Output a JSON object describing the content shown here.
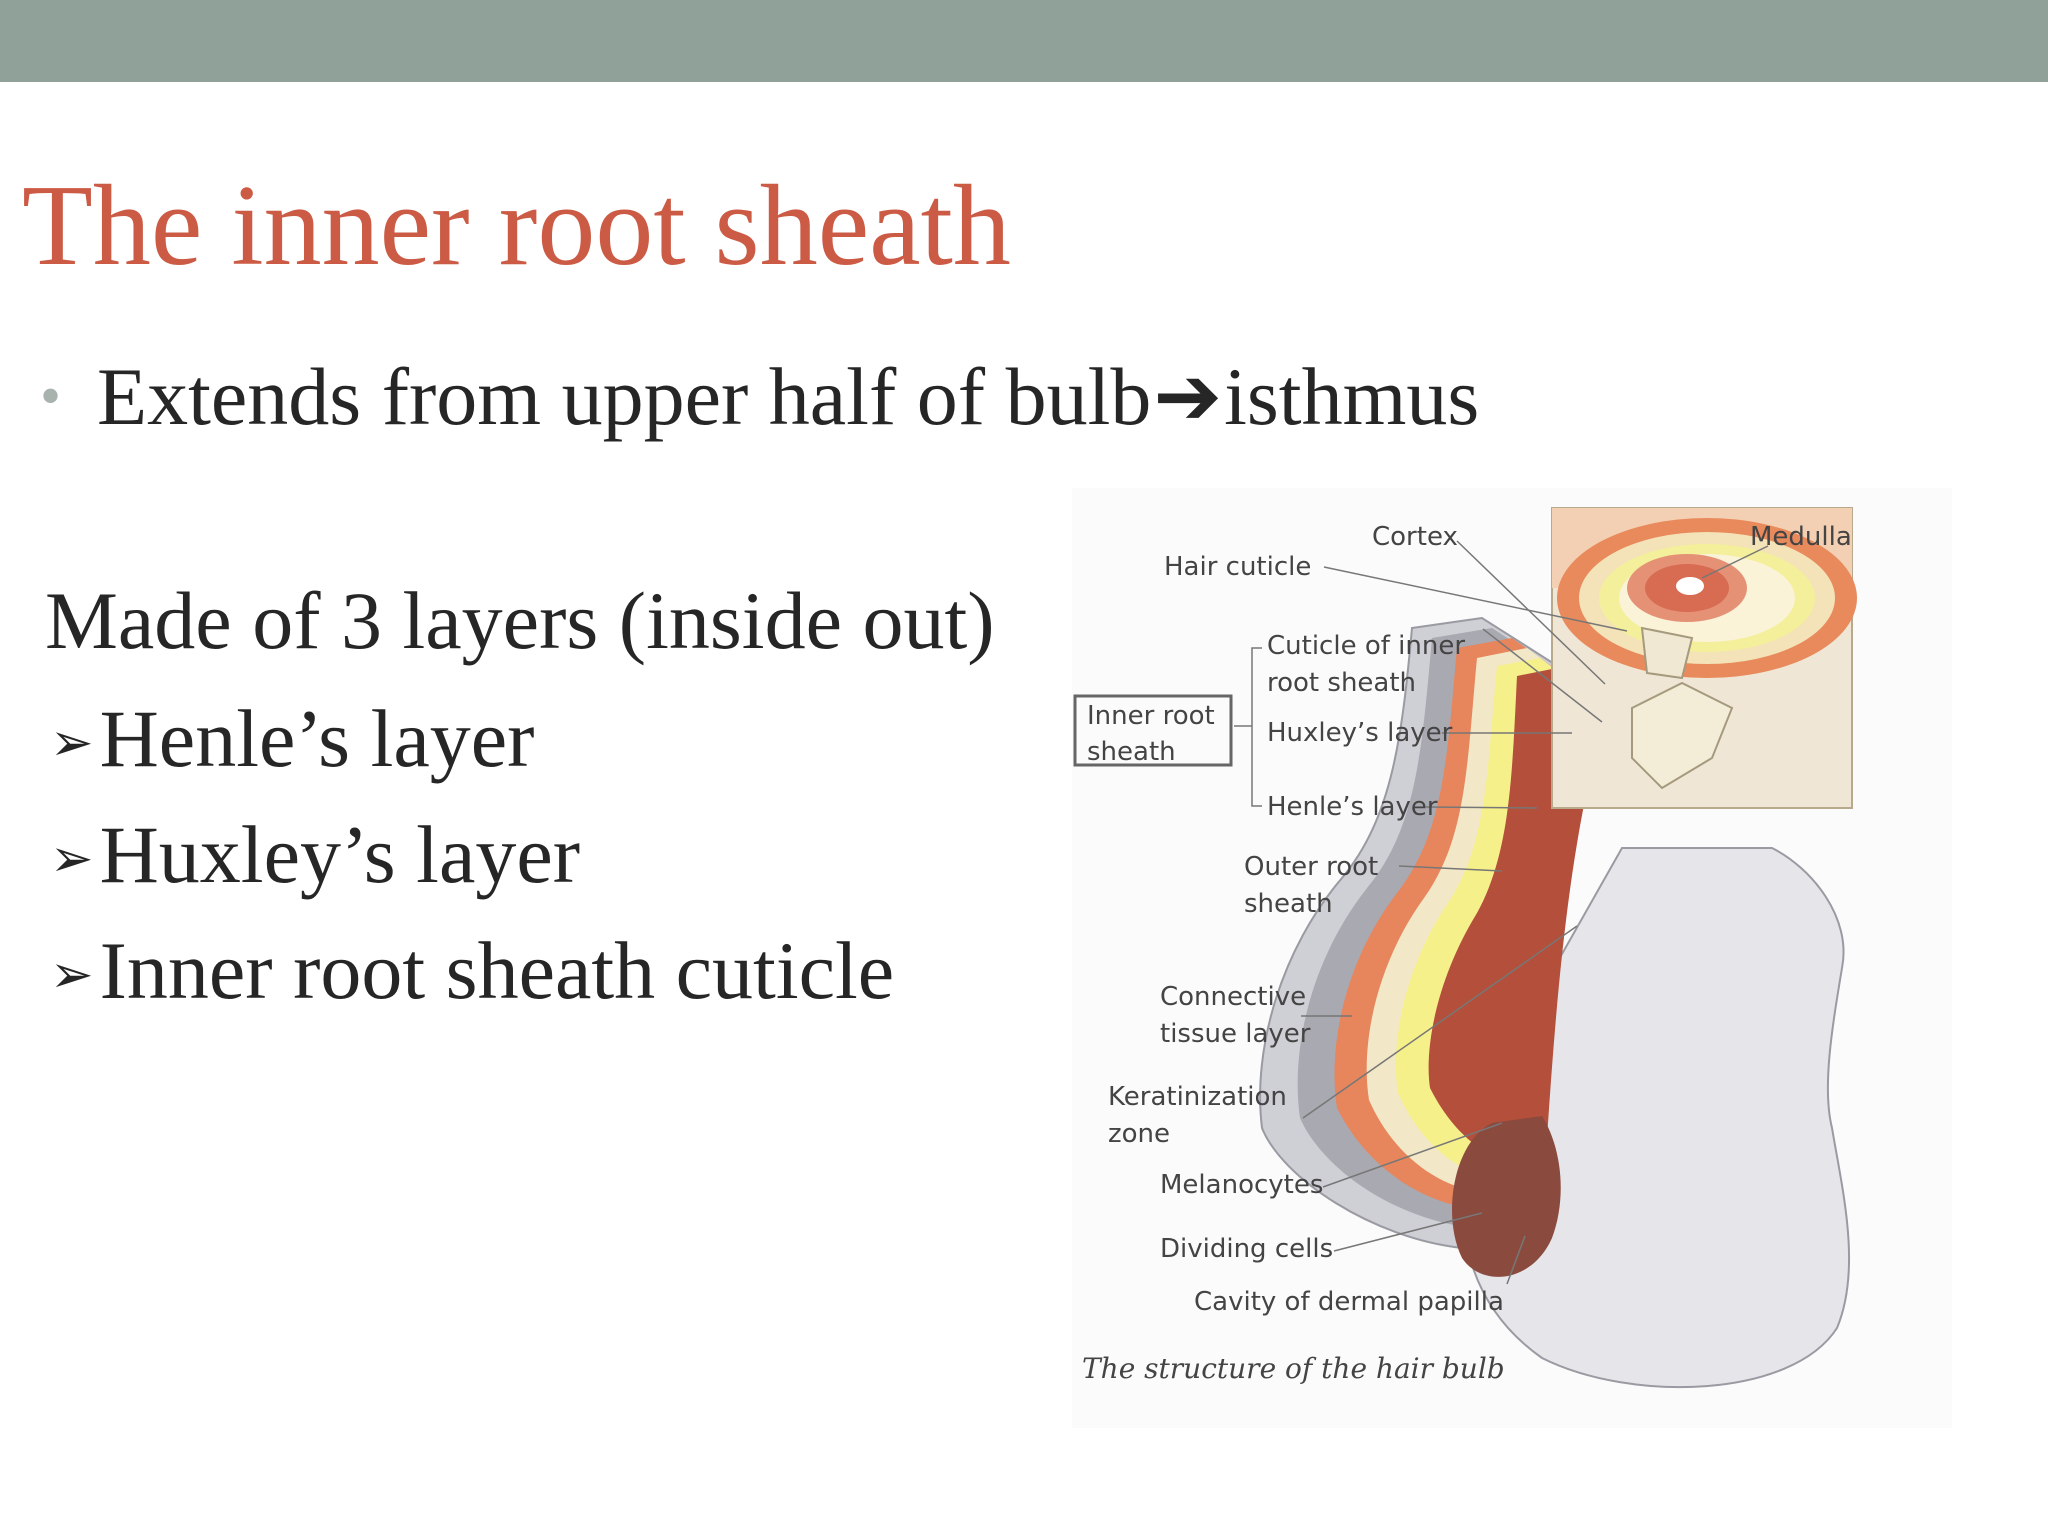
{
  "header": {
    "color": "#8fa198"
  },
  "slide": {
    "title": "The inner root sheath",
    "bullet": {
      "before": "Extends from upper half of bulb",
      "arrow": "➔",
      "after": "isthmus"
    },
    "layers_heading": "Made of 3 layers (inside out)",
    "layer_marker": "➢",
    "layers": [
      "Henle’s layer",
      "Huxley’s layer",
      "Inner root sheath cuticle"
    ]
  },
  "diagram": {
    "labels": {
      "cortex": "Cortex",
      "medulla": "Medulla",
      "hair_cuticle": "Hair cuticle",
      "cuticle_irs_1": "Cuticle of inner",
      "cuticle_irs_2": "root sheath",
      "irs_box_1": "Inner root",
      "irs_box_2": "sheath",
      "huxley": "Huxley’s layer",
      "henle": "Henle’s layer",
      "ors_1": "Outer root",
      "ors_2": "sheath",
      "connective_1": "Connective",
      "connective_2": "tissue layer",
      "keratin_1": "Keratinization",
      "keratin_2": "zone",
      "melanocytes": "Melanocytes",
      "dividing": "Dividing cells",
      "cavity": "Cavity of dermal papilla"
    },
    "caption": "The structure of the hair bulb"
  }
}
